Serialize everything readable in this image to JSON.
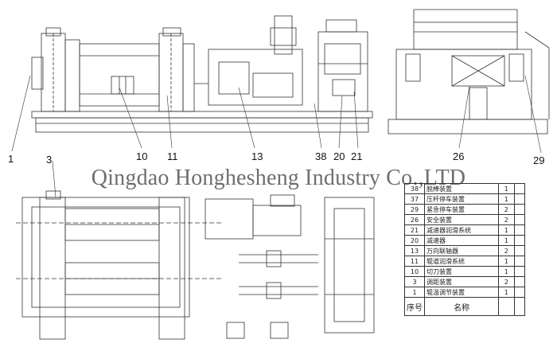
{
  "watermark": "Qingdao Honghesheng Industry Co.,LTD",
  "callouts": {
    "c1": "1",
    "c10": "10",
    "c11": "11",
    "c13": "13",
    "c38": "38",
    "c20": "20",
    "c21": "21",
    "c26": "26",
    "c29": "29",
    "c3": "3"
  },
  "bom": {
    "rows": [
      {
        "no": "38",
        "name": "脱棒装置",
        "qty": "1"
      },
      {
        "no": "37",
        "name": "压杆停车装置",
        "qty": "1"
      },
      {
        "no": "29",
        "name": "紧急停车装置",
        "qty": "2"
      },
      {
        "no": "26",
        "name": "安全装置",
        "qty": "2"
      },
      {
        "no": "21",
        "name": "减速器润滑系统",
        "qty": "1"
      },
      {
        "no": "20",
        "name": "减速器",
        "qty": "1"
      },
      {
        "no": "13",
        "name": "万向联轴器",
        "qty": "2"
      },
      {
        "no": "11",
        "name": "辊道润滑系统",
        "qty": "1"
      },
      {
        "no": "10",
        "name": "切刀装置",
        "qty": "1"
      },
      {
        "no": "3",
        "name": "调距装置",
        "qty": "2"
      },
      {
        "no": "1",
        "name": "辊温调节装置",
        "qty": "1"
      }
    ],
    "header_no": "序号",
    "header_name": "名称"
  }
}
